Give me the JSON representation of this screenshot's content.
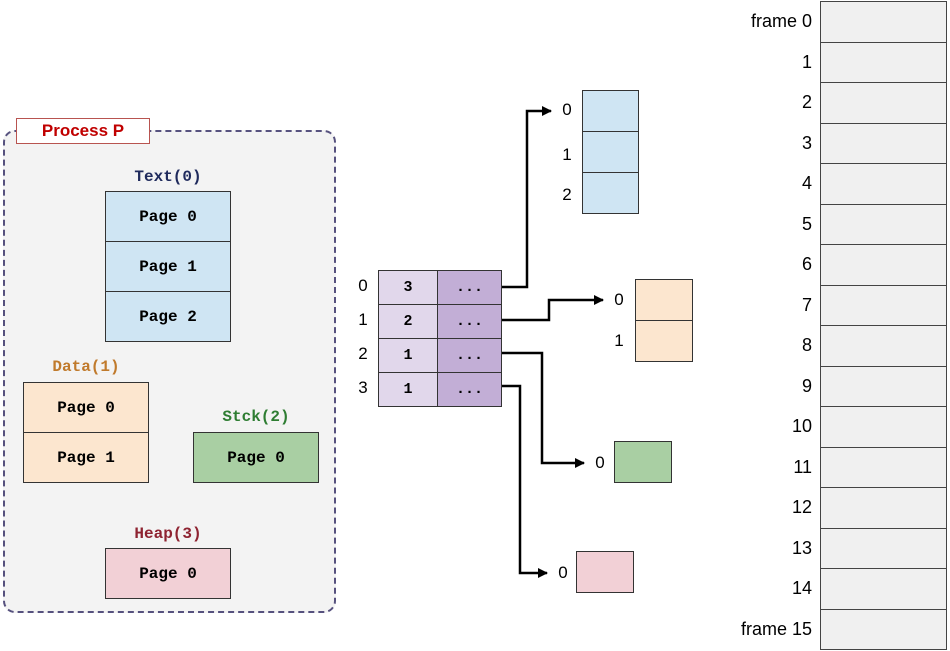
{
  "process": {
    "title": "Process P",
    "segments": {
      "text": {
        "title": "Text(0)",
        "pages": [
          "Page 0",
          "Page 1",
          "Page 2"
        ]
      },
      "data": {
        "title": "Data(1)",
        "pages": [
          "Page 0",
          "Page 1"
        ]
      },
      "stack": {
        "title": "Stck(2)",
        "pages": [
          "Page 0"
        ]
      },
      "heap": {
        "title": "Heap(3)",
        "pages": [
          "Page 0"
        ]
      }
    },
    "colors": {
      "text": "#cfe5f3",
      "data": "#fce6cf",
      "stack": "#a9cfa3",
      "heap": "#f2d0d6",
      "label": "#c00000"
    }
  },
  "segment_table": {
    "indices": [
      "0",
      "1",
      "2",
      "3"
    ],
    "sizes": [
      "3",
      "2",
      "1",
      "1"
    ],
    "pointers": [
      "...",
      "...",
      "...",
      "..."
    ]
  },
  "page_tables": {
    "text": [
      "0",
      "1",
      "2"
    ],
    "data": [
      "0",
      "1"
    ],
    "stack": [
      "0"
    ],
    "heap": [
      "0"
    ]
  },
  "physical_memory": {
    "labels": [
      "frame 0",
      "1",
      "2",
      "3",
      "4",
      "5",
      "6",
      "7",
      "8",
      "9",
      "10",
      "11",
      "12",
      "13",
      "14",
      "frame 15"
    ]
  }
}
